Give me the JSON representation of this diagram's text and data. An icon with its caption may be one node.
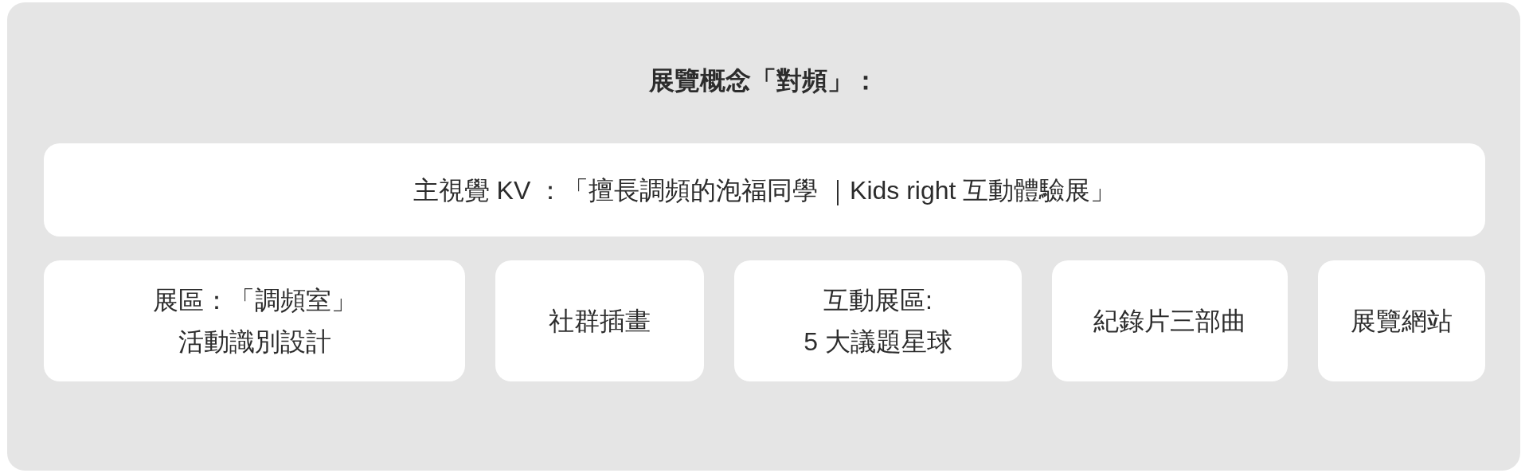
{
  "diagram": {
    "nodes": [
      {
        "text": [
          "展覽概念「對頻」："
        ]
      },
      {
        "text": [
          "主視覺 KV ：「擅長調頻的泡福同學 ｜Kids right 互動體驗展」"
        ],
        "in": 0
      },
      {
        "text": [
          "展區：「調頻室」",
          "活動識別設計"
        ],
        "in": 0
      },
      {
        "text": [
          "社群插畫"
        ],
        "in": 0
      },
      {
        "text": [
          "互動展區:",
          "5 大議題星球"
        ],
        "in": 0
      },
      {
        "text": [
          "紀錄片三部曲"
        ],
        "in": 0
      },
      {
        "text": [
          "展覽網站"
        ],
        "in": 0
      }
    ]
  }
}
